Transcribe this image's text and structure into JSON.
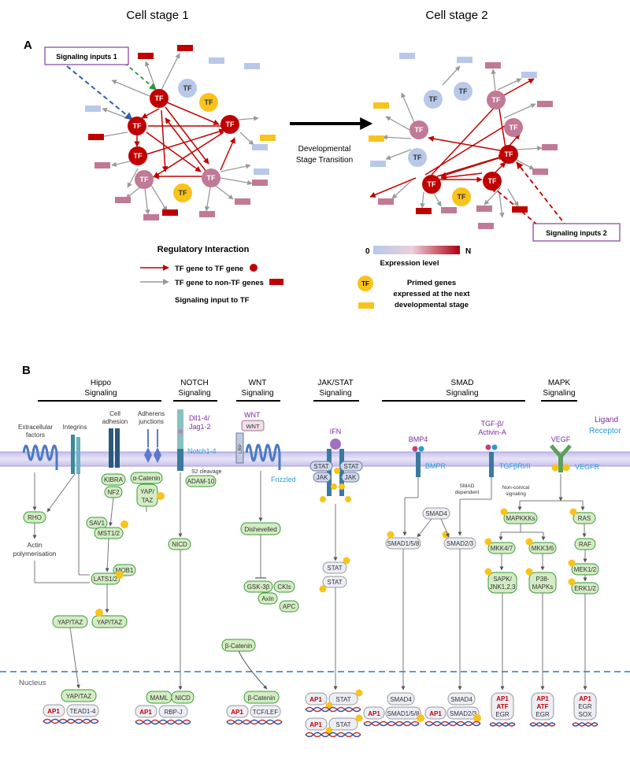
{
  "panel_a": {
    "letter": "A",
    "stage1_title": "Cell stage 1",
    "stage2_title": "Cell stage 2",
    "node_label": "TF",
    "signal1_label": "Signaling inputs 1",
    "signal2_label": "Signaling inputs 2",
    "transition_line1": "Developmental",
    "transition_line2": "Stage Transition",
    "legend_title": "Regulatory Interaction",
    "legend_tf_tf": "TF gene  to TF gene",
    "legend_tf_nontf": "TF gene to non-TF genes",
    "legend_signal": "Signaling input to TF",
    "expr_min": "0",
    "expr_max": "N",
    "expr_label": "Expression level",
    "primed_line1": "Primed genes",
    "primed_line2": "expressed at the next",
    "primed_line3": "developmental stage",
    "colors": {
      "red": "#c00000",
      "darkred": "#a80000",
      "mauve": "#c07a96",
      "lightblue": "#b8c8e8",
      "yellow": "#f9c31c",
      "gray": "#999999"
    }
  },
  "panel_b": {
    "letter": "B",
    "headers": [
      {
        "l1": "Hippo",
        "l2": "Signaling"
      },
      {
        "l1": "NOTCH",
        "l2": "Signaling"
      },
      {
        "l1": "WNT",
        "l2": "Signaling"
      },
      {
        "l1": "JAK/STAT",
        "l2": "Signaling"
      },
      {
        "l1": "SMAD",
        "l2": "Signaling"
      },
      {
        "l1": "MAPK",
        "l2": "Signaling"
      }
    ],
    "ligand_key": "Ligand",
    "receptor_key": "Receptor",
    "nucleus_label": "Nucleus",
    "hippo": {
      "extracellular1": "Extracellular",
      "extracellular2": "factors",
      "integrins": "Integrins",
      "celladh1": "Cell",
      "celladh2": "adhesion",
      "adherens1": "Adherens",
      "adherens2": "junctions",
      "kibra": "KIBRA",
      "nf2": "NF2",
      "acatenin": "α-Catenin",
      "yaptaz_stack1": "YAP/",
      "yaptaz_stack2": "TAZ",
      "rho": "RHO",
      "actin1": "Actin",
      "actin2": "polymerisation",
      "sav1": "SAV1",
      "mst": "MST1/2",
      "mob1": "MOB1",
      "lats": "LATS1/2",
      "yap1": "YAP/TAZ",
      "yap2": "YAP/TAZ",
      "yap_nuc": "YAP/TAZ",
      "ap1": "AP1",
      "tead": "TEAD1-4"
    },
    "notch": {
      "ligand1": "Dll1-4/",
      "ligand2": "Jag1-2",
      "receptor": "Notch1-4",
      "s2": "S2 cleavage",
      "adam": "ADAM-10",
      "nicd": "NICD",
      "maml": "MAML",
      "nicd_nuc": "NICD",
      "ap1": "AP1",
      "rbpj": "RBP-J"
    },
    "wnt": {
      "ligand": "WNT",
      "ligand_box": "WNT",
      "lrp": "LRP",
      "frizzled": "Frizzled",
      "dishevelled": "Dishevelled",
      "gsk": "GSK-3β",
      "ckis": "CKIs",
      "axin": "Axin",
      "apc": "APC",
      "bcat": "β-Catenin",
      "bcat_nuc": "β-Catenin",
      "ap1": "AP1",
      "tcf": "TCF/LEF"
    },
    "jak": {
      "ifn": "IFN",
      "stat_l": "STAT",
      "stat_r": "STAT",
      "jak_l": "JAK",
      "jak_r": "JAK",
      "stat_c1": "STAT",
      "stat_c2": "STAT",
      "ap1_a": "AP1",
      "stat_n1": "STAT",
      "ap1_b": "AP1",
      "stat_n2": "STAT"
    },
    "smad": {
      "bmp4": "BMP4",
      "bmpr": "BMPR",
      "tgf1": "TGF-β/",
      "tgf2": "Activin-A",
      "tgfr": "TGFβRI/II",
      "dep1": "SMAD",
      "dep2": "dependent",
      "smad4": "SMAD4",
      "smad158": "SMAD1/5/8",
      "smad23": "SMAD2/3",
      "n_smad4_a": "SMAD4",
      "n_smad158": "SMAD1/5/8",
      "ap1_a": "AP1",
      "n_smad4_b": "SMAD4",
      "n_smad23": "SMAD2/3",
      "ap1_b": "AP1"
    },
    "mapk": {
      "vegf": "VEGF",
      "vegfr": "VEGFR",
      "noncanon1": "Non-conical",
      "noncanon2": "signaling",
      "mapkkk": "MAPKKKs",
      "mkk47": "MKK4/7",
      "mkk36": "MKK3/6",
      "sapk1": "SAPK/",
      "sapk2": "JNK1,2,3",
      "p38_1": "P38-",
      "p38_2": "MAPKs",
      "ras": "RAS",
      "raf": "RAF",
      "mek": "MEK1/2",
      "erk": "ERK1/2",
      "tf1_a": "AP1",
      "tf1_b": "ATF",
      "tf1_c": "EGR",
      "tf2_a": "AP1",
      "tf2_b": "ATF",
      "tf2_c": "EGR",
      "tf3_a": "AP1",
      "tf3_b": "EGR",
      "tf3_c": "SOX"
    }
  }
}
